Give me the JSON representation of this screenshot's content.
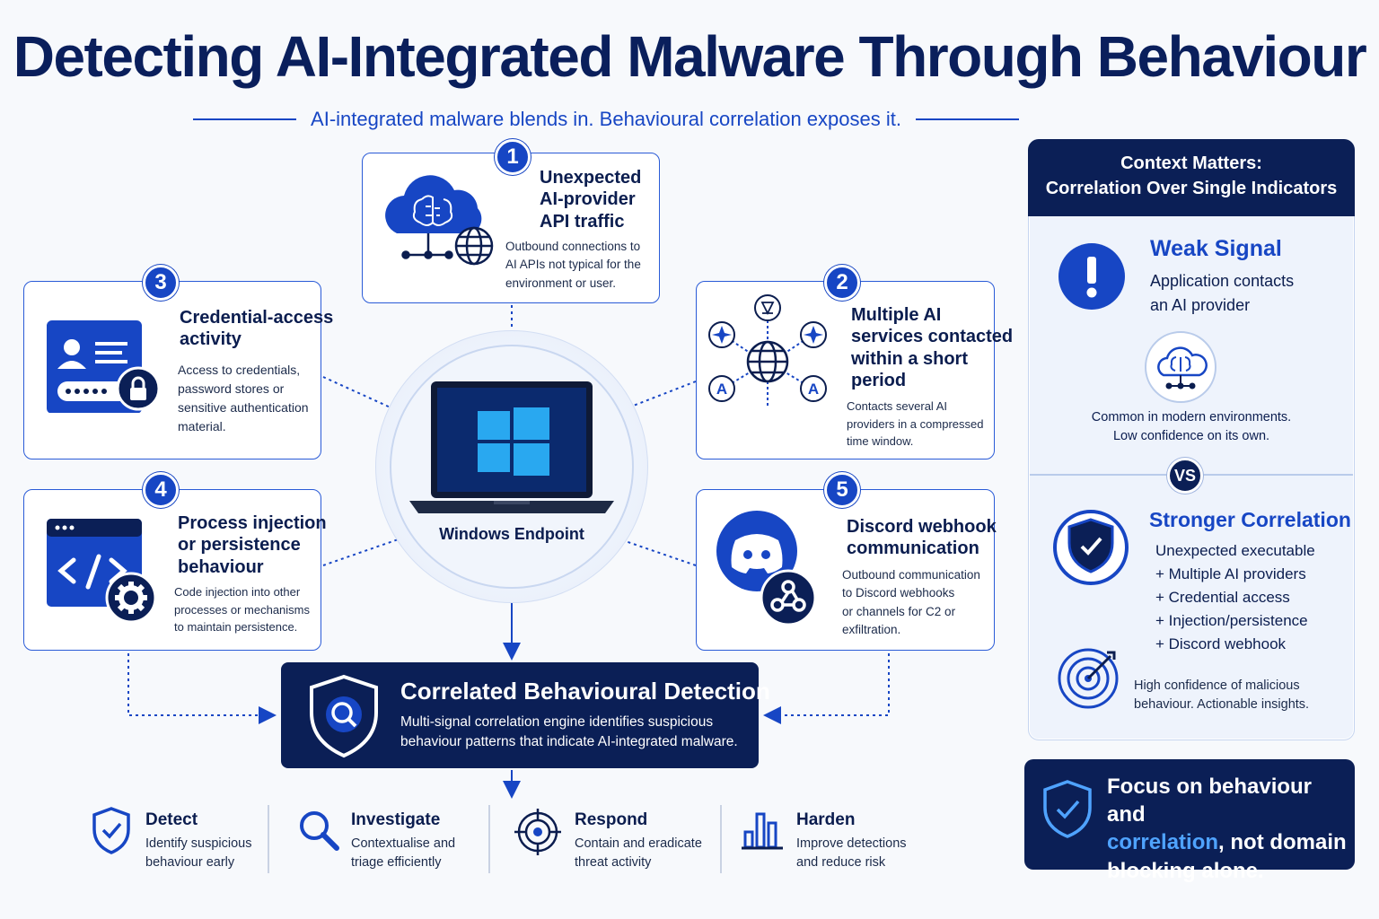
{
  "title": "Detecting AI-Integrated Malware Through Behaviour",
  "subtitle": "AI-integrated malware blends in. Behavioural correlation exposes it.",
  "endpoint": {
    "label": "Windows Endpoint"
  },
  "indicators": [
    {
      "number": "1",
      "title_lines": [
        "Unexpected",
        "AI-provider",
        "API traffic"
      ],
      "desc_lines": [
        "Outbound connections to",
        "AI APIs not typical for the",
        "environment or user."
      ]
    },
    {
      "number": "2",
      "title_lines": [
        "Multiple AI",
        "services contacted",
        "within a short",
        "period"
      ],
      "desc_lines": [
        "Contacts several AI",
        "providers in a compressed",
        "time window."
      ]
    },
    {
      "number": "3",
      "title_lines": [
        "Credential-access",
        "activity"
      ],
      "desc_lines": [
        "Access to credentials,",
        "password stores or",
        "sensitive authentication",
        "material."
      ]
    },
    {
      "number": "4",
      "title_lines": [
        "Process injection",
        "or persistence",
        "behaviour"
      ],
      "desc_lines": [
        "Code injection into other",
        "processes or mechanisms",
        "to maintain persistence."
      ]
    },
    {
      "number": "5",
      "title_lines": [
        "Discord webhook",
        "communication"
      ],
      "desc_lines": [
        "Outbound communication",
        "to Discord webhooks",
        "or channels for C2 or",
        "exfiltration."
      ]
    }
  ],
  "detection": {
    "title": "Correlated Behavioural Detection",
    "desc_lines": [
      "Multi-signal correlation engine identifies suspicious",
      "behaviour patterns that indicate AI-integrated malware."
    ]
  },
  "steps": [
    {
      "title": "Detect",
      "desc_lines": [
        "Identify suspicious",
        "behaviour early"
      ],
      "icon": "shield-check-icon"
    },
    {
      "title": "Investigate",
      "desc_lines": [
        "Contextualise and",
        "triage efficiently"
      ],
      "icon": "magnifier-icon"
    },
    {
      "title": "Respond",
      "desc_lines": [
        "Contain and eradicate",
        "threat activity"
      ],
      "icon": "target-icon"
    },
    {
      "title": "Harden",
      "desc_lines": [
        "Improve detections",
        "and reduce risk"
      ],
      "icon": "bar-chart-icon"
    }
  ],
  "context": {
    "header_lines": [
      "Context Matters:",
      "Correlation Over Single Indicators"
    ],
    "weak": {
      "title": "Weak Signal",
      "desc_lines": [
        "Application contacts",
        "an AI provider"
      ],
      "note_lines": [
        "Common in modern environments.",
        "Low confidence on its own."
      ]
    },
    "vs": "VS",
    "strong": {
      "title": "Stronger Correlation",
      "items": [
        "Unexpected executable",
        "+ Multiple AI providers",
        "+ Credential access",
        "+ Injection/persistence",
        "+ Discord webhook"
      ],
      "note_lines": [
        "High confidence of malicious",
        "behaviour. Actionable insights."
      ]
    }
  },
  "focus": {
    "pre": "Focus on behaviour and",
    "accent": "correlation",
    "post": ", not domain",
    "last": "blocking alone."
  },
  "colors": {
    "navy": "#0b1f56",
    "blue": "#1746c4",
    "accent": "#4fa3ff",
    "windows": "#29a8f0"
  }
}
